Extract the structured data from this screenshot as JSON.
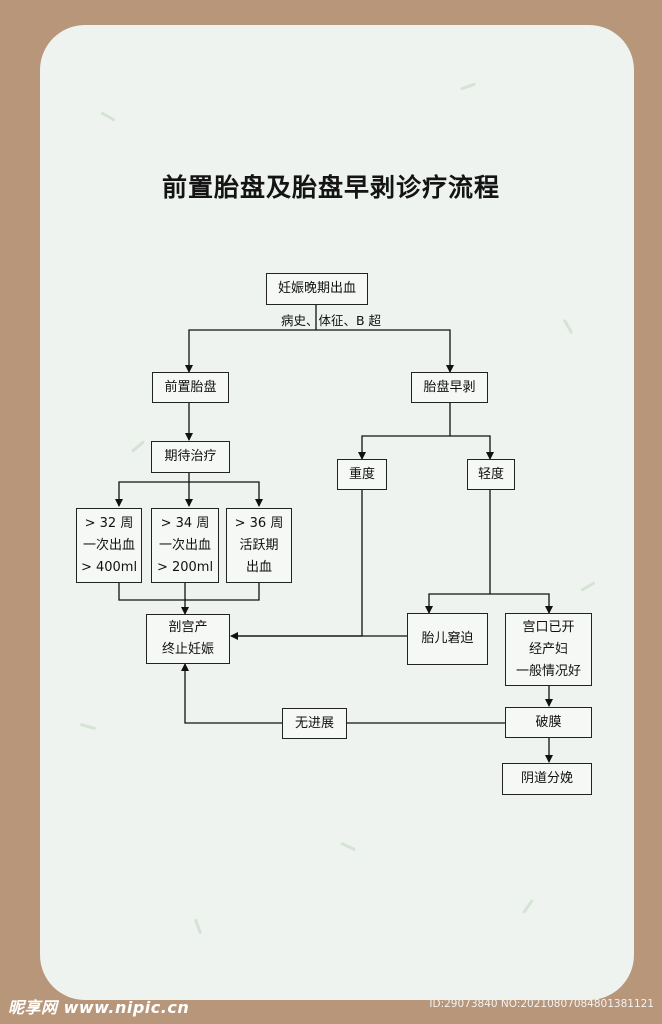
{
  "title": "前置胎盘及胎盘早剥诊疗流程",
  "nodes": {
    "start": "妊娠晚期出血",
    "placenta_previa": "前置胎盘",
    "placental_abruption": "胎盘早剥",
    "expectant": "期待治疗",
    "severe": "重度",
    "mild": "轻度",
    "box32": [
      "> 32 周",
      "一次出血",
      "> 400ml"
    ],
    "box34": [
      "> 34 周",
      "一次出血",
      "> 200ml"
    ],
    "box36": [
      "> 36 周",
      "活跃期",
      "出血"
    ],
    "cesarean": [
      "剖宫产",
      "终止妊娠"
    ],
    "fetal_distress": "胎儿窘迫",
    "cervix_open": [
      "宫口已开",
      "经产妇",
      "一般情况好"
    ],
    "no_progress": "无进展",
    "rupture": "破膜",
    "vaginal": "阴道分娩"
  },
  "edge_labels": {
    "exam": "病史、体征、B 超"
  },
  "footer": {
    "logo": "昵享网 www.nipic.cn",
    "id": "ID:29073840 NO:20210807084801381121"
  }
}
